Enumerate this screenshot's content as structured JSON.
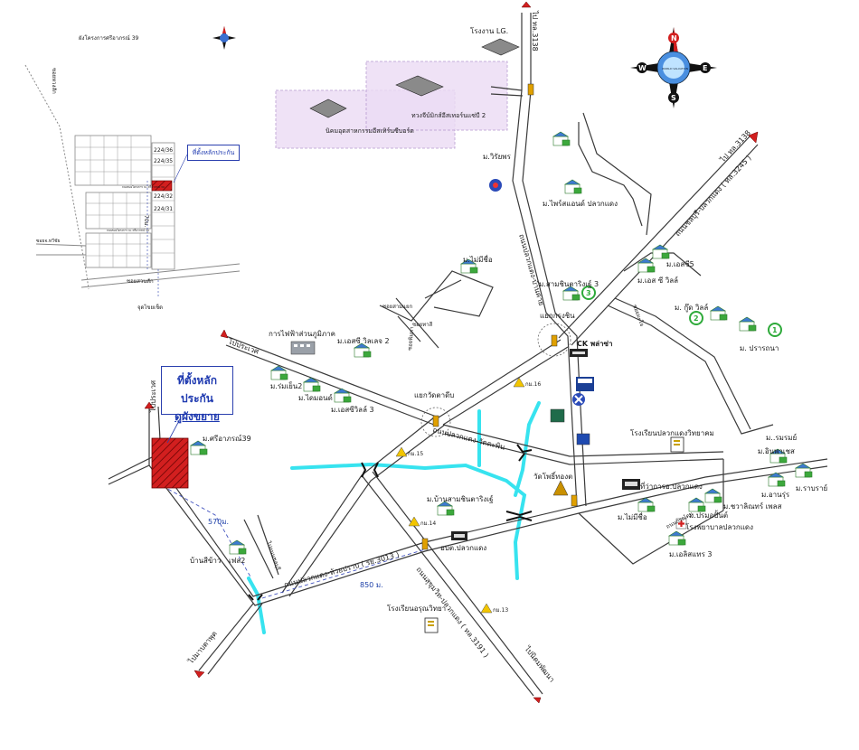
{
  "inset": {
    "title": "ผังโครงการศรีอาภรณ์ 39",
    "lots": [
      "224/36",
      "224/35",
      "224/32",
      "224/31"
    ],
    "marker_label": "ที่ตั้งหลักประกัน",
    "road_top": "ซอยหวงสัก",
    "road_left": "ซอยจ.ทวีชัย",
    "road_bottom": "ซอยสวนสัก",
    "point_label": "จุดไขยเช็ด",
    "road_mid1": "ถนนของโครงการ ณ. ศรีอาภรณ์ 39",
    "road_mid2": "ถนนของโครงการ ณ. ศรีอาภรณ์ 39",
    "dist": "70ม."
  },
  "compass": {
    "n": "N",
    "s": "S",
    "e": "E",
    "w": "W",
    "globe_text": "WORLD VALUATION"
  },
  "main_callout": {
    "line1": "ที่ตั้งหลักประกัน",
    "line2": "ดูผังขยาย"
  },
  "places": {
    "lg": "โรงงาน LG.",
    "estate1": "นิคมอุตสาหกรรมอีสเทิร์นซีบอร์ด",
    "estate2": "ทวงจีบ์มิกส์อีสเทอร์นแซ่บี 2",
    "viriyaporn": "ม.วิรัยพร",
    "prim_ct": "ม.ไพร์สแอนด์ ปลวกแดง",
    "siam_rea": "ม.สามชินตาริงเฐ์ 3",
    "st_5": "ม.เอสซี5",
    "st_ville": "ม.เอส ซี วิลล์",
    "good_ville": "ม. กู๊ด วิลล์",
    "pran": "ม. ปรารถนา",
    "lampiset": "ม.ไม่มีชื่อ",
    "ck": "CK พล่าซ่า",
    "power": "การไฟฟ้าส่วนภูมิภาค",
    "sc_ville2": "ม.เอสซี วิลเลจ 2",
    "romyen": "ม.ร่มเย็น2",
    "diamond": "ม.ไดมอนด์",
    "sc_ville3": "ม.เอสซีวิลล์ 3",
    "sriaporn": "ม.ศรีอาภรณ์39",
    "sapphire": "ม.บ้านสามชินตาริงเฐ์",
    "obt": "อบต.ปลวกแดง",
    "wat": "วัดโพธิ์ทองต",
    "district": "ที่ว่าการอ.ปลวกแดง",
    "school1": "โรงเรียนปลวกแดงวิทยาคม",
    "hospital": "โรงพยาบาลปลวกแดง",
    "school2": "โรงเรียนอรุณวิทยา",
    "village_a": "ม.ไม่มีชื่อ",
    "village_b": "ม.ปรมอปั้นต์",
    "village_c": "ม.ชวาลิณทร์ เพลส",
    "village_d": "ม.อินพาเชส",
    "village_e": "ม.อานรุ่ร",
    "village_f": "ม.ราบราย์",
    "village_g": "ม.เอลิสแทร 3",
    "village_h": "ม..รมรมย์",
    "ban_sitham": "บ้านสีข้าว",
    "fist2": "เฟส2",
    "cross1": "แยกวัดตาดีบ",
    "cross2": "แยกกรงชิน"
  },
  "roads": {
    "r3191": "ถนนปลวกแดง-บ้านค่าย",
    "r3245": "ถนนชลบุรี-ปลวกแดง ( ทล.3245 )",
    "r3013": "ถนนปลวกแดง-ห้วยปราบ ( รย.3013 )",
    "r3191b": "ถนนสุขุมวิท-ปลวกแดง ( ทล.3191 )",
    "to_3138": "ไป ทล.3138",
    "to_map_ta": "ไปมาบตาพุด",
    "to_pravet": "ไปประเวศ",
    "to_nikom": "ไปนิคมพัฒนา",
    "to_pravet2": "ไปประเวศ",
    "to_rayong": "ไปถนนชลบุรี",
    "to_3138b": "ไป ทล.3138",
    "pluak": "ถนนปลวกแดง-วัดตะพิน",
    "to_pr1": "ซอยสามแยก",
    "to_pr2": "ซอยทาสี",
    "to_pr3": "ถนนภรณ์ดน",
    "road_small": "ซอยพิมหา",
    "road_small2": "ซอยมะโจ"
  },
  "distances": {
    "d570": "570ม.",
    "d850": "850 ม."
  },
  "markers": {
    "km16": "กม.16",
    "km15": "กม.15",
    "km14": "กม.14",
    "km13": "กม.13"
  },
  "badges": {
    "b1": "1",
    "b2": "2",
    "b3": "3"
  },
  "colors": {
    "road": "#3a3a3a",
    "river": "#37e3ef",
    "plot": "#d21f1f",
    "dashed": "#4455c0",
    "estate": "#ecdcf5",
    "badge": "#2eaa3a"
  }
}
